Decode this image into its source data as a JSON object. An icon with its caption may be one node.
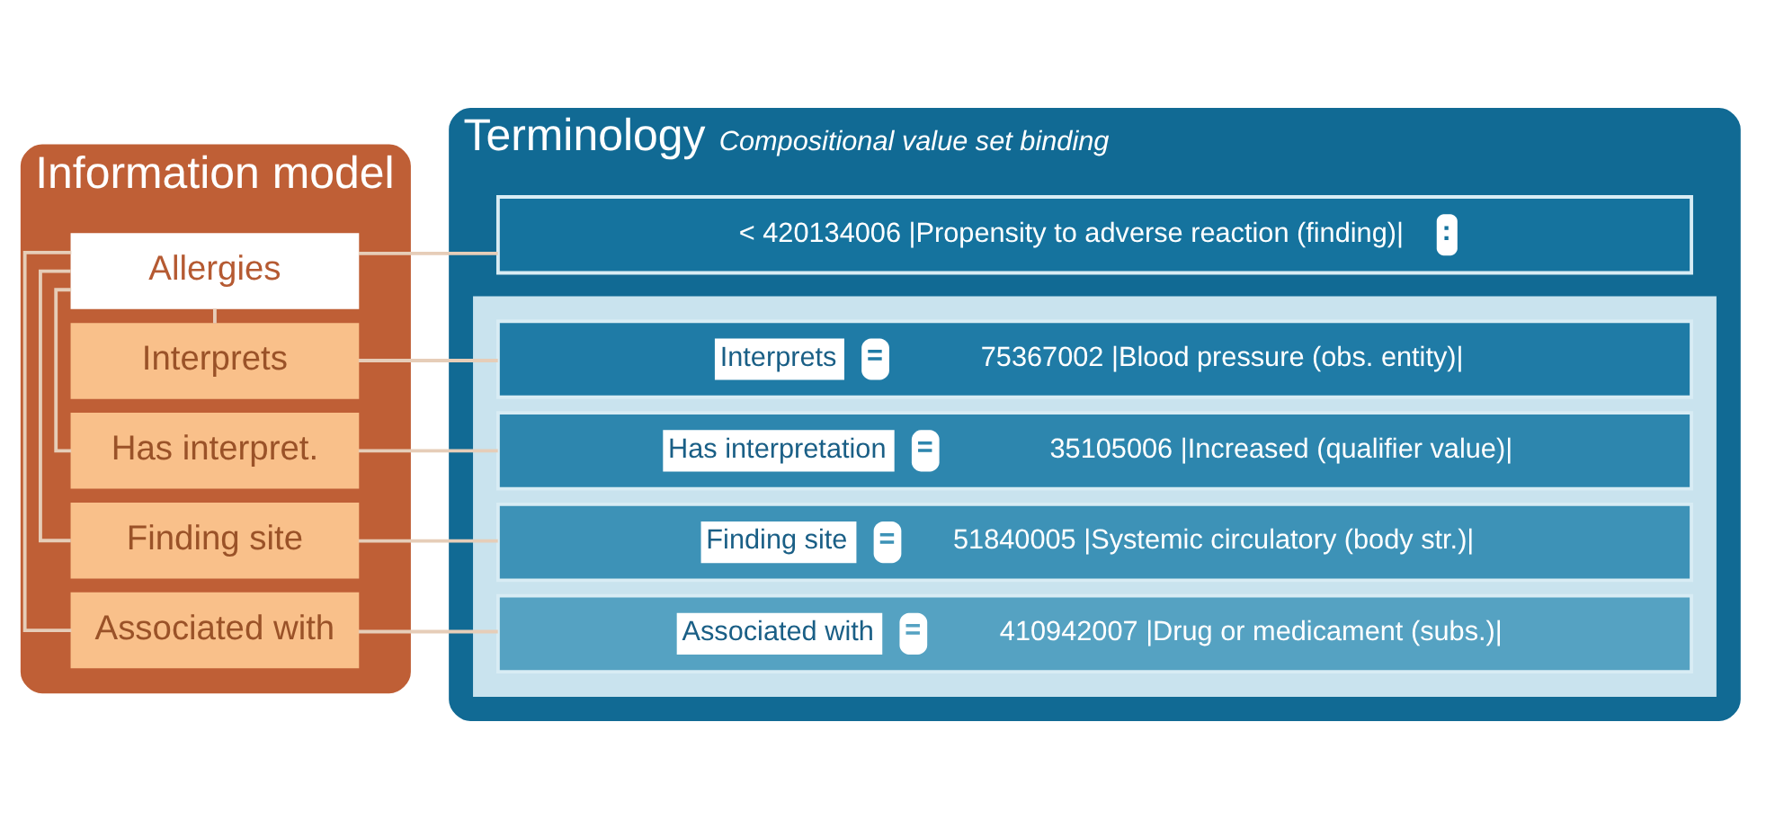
{
  "diagram": {
    "nodes": [
      {
        "text": [
          "Information model"
        ]
      },
      {
        "text": [
          "Allergies"
        ],
        "in": 0
      },
      {
        "text": [
          "Interprets"
        ],
        "in": 0
      },
      {
        "text": [
          "Has interpret."
        ],
        "in": 0
      },
      {
        "text": [
          "Finding site"
        ],
        "in": 0
      },
      {
        "text": [
          "Associated with"
        ],
        "in": 0
      },
      {
        "text": [
          "Terminology",
          "Compositional value set binding"
        ]
      },
      {
        "text": [
          "< 420134006 |Propensity to adverse reaction (finding)|",
          ":"
        ],
        "in": 6
      },
      {
        "text": [],
        "shape": "box",
        "in": 6
      },
      {
        "text": [
          "Interprets",
          "=",
          "75367002 |Blood pressure (obs. entity)|"
        ],
        "in": 8
      },
      {
        "text": [
          "Has interpretation",
          "=",
          "35105006 |Increased (qualifier value)|"
        ],
        "in": 8
      },
      {
        "text": [
          "Finding site",
          "=",
          "51840005 |Systemic circulatory (body str.)|"
        ],
        "in": 8
      },
      {
        "text": [
          "Associated with",
          "=",
          "410942007 |Drug or medicament (subs.)|"
        ],
        "in": 8
      }
    ],
    "edges": [
      {
        "from": 1,
        "to": 2,
        "arrow": "none"
      },
      {
        "from": 1,
        "to": 3,
        "arrow": "none"
      },
      {
        "from": 1,
        "to": 4,
        "arrow": "none"
      },
      {
        "from": 1,
        "to": 5,
        "arrow": "none"
      },
      {
        "from": 1,
        "to": 7,
        "arrow": "none"
      },
      {
        "from": 2,
        "to": 9,
        "arrow": "none"
      },
      {
        "from": 3,
        "to": 10,
        "arrow": "none"
      },
      {
        "from": 4,
        "to": 11,
        "arrow": "none"
      },
      {
        "from": 5,
        "to": 12,
        "arrow": "none"
      }
    ]
  }
}
